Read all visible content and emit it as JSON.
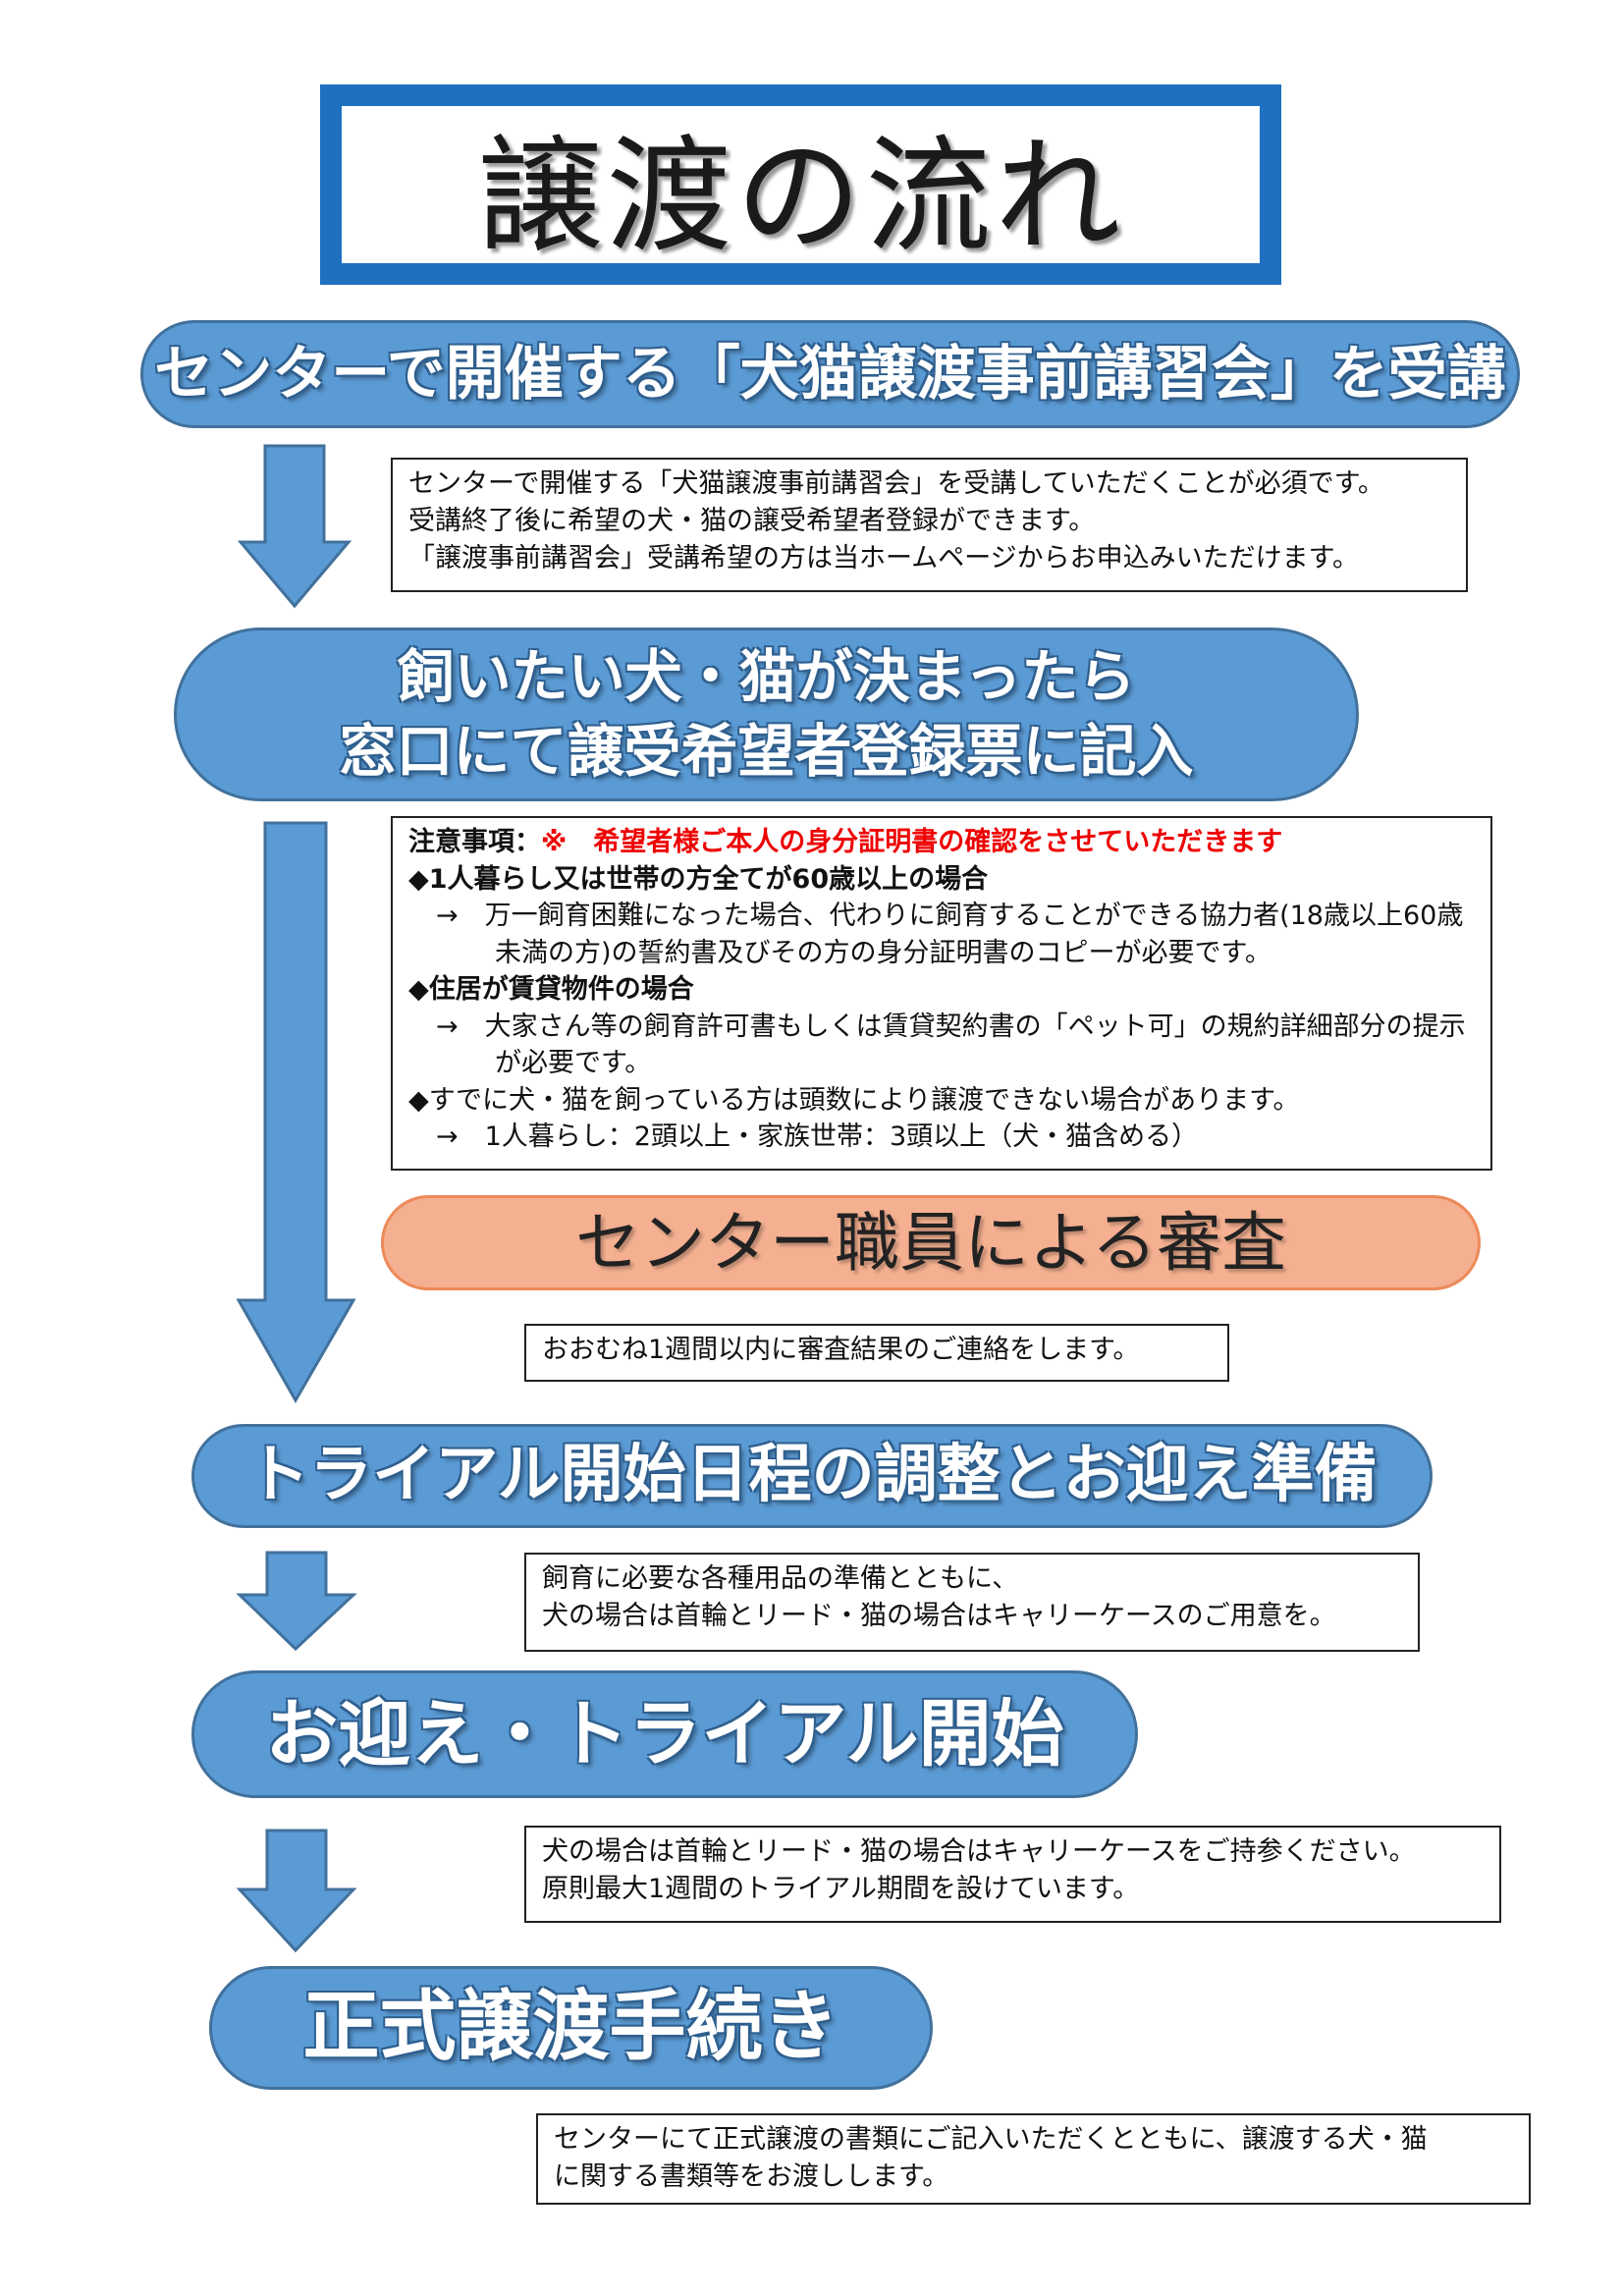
{
  "title": "譲渡の流れ",
  "steps": [
    {
      "label": "センターで開催する「犬猫譲渡事前講習会」を受講"
    },
    {
      "label_line1": "飼いたい犬・猫が決まったら",
      "label_line2": "窓口にて譲受希望者登録票に記入"
    },
    {
      "label": "センター職員による審査"
    },
    {
      "label": "トライアル開始日程の調整とお迎え準備"
    },
    {
      "label": "お迎え・トライアル開始"
    },
    {
      "label": "正式譲渡手続き"
    }
  ],
  "notes": {
    "lecture": [
      "センターで開催する「犬猫譲渡事前講習会」を受講していただくことが必須です。",
      "受講終了後に希望の犬・猫の譲受希望者登録ができます。",
      "「譲渡事前講習会」受講希望の方は当ホームページからお申込みいただけます。"
    ],
    "caution": {
      "label": "注意事項：",
      "warning": "※　希望者様ご本人の身分証明書の確認をさせていただきます",
      "items": [
        {
          "heading": "◆1人暮らし又は世帯の方全てが60歳以上の場合",
          "detail": "→　万一飼育困難になった場合、代わりに飼育することができる協力者(18歳以上60歳未満の方)の誓約書及びその方の身分証明書のコピーが必要です。"
        },
        {
          "heading": "◆住居が賃貸物件の場合",
          "detail": "→　大家さん等の飼育許可書もしくは賃貸契約書の「ペット可」の規約詳細部分の提示が必要です。"
        },
        {
          "heading": "◆すでに犬・猫を飼っている方は頭数により譲渡できない場合があります。",
          "detail": "→　1人暮らし：2頭以上・家族世帯：3頭以上（犬・猫含める）"
        }
      ]
    },
    "review": [
      "おおむね1週間以内に審査結果のご連絡をします。"
    ],
    "prep": [
      "飼育に必要な各種用品の準備とともに、",
      "犬の場合は首輪とリード・猫の場合はキャリーケースのご用意を。"
    ],
    "trial": [
      "犬の場合は首輪とリード・猫の場合はキャリーケースをご持参ください。",
      "原則最大1週間のトライアル期間を設けています。"
    ],
    "formal": [
      "センターにて正式譲渡の書類にご記入いただくとともに、譲渡する犬・猫",
      "に関する書類等をお渡しします。"
    ]
  }
}
